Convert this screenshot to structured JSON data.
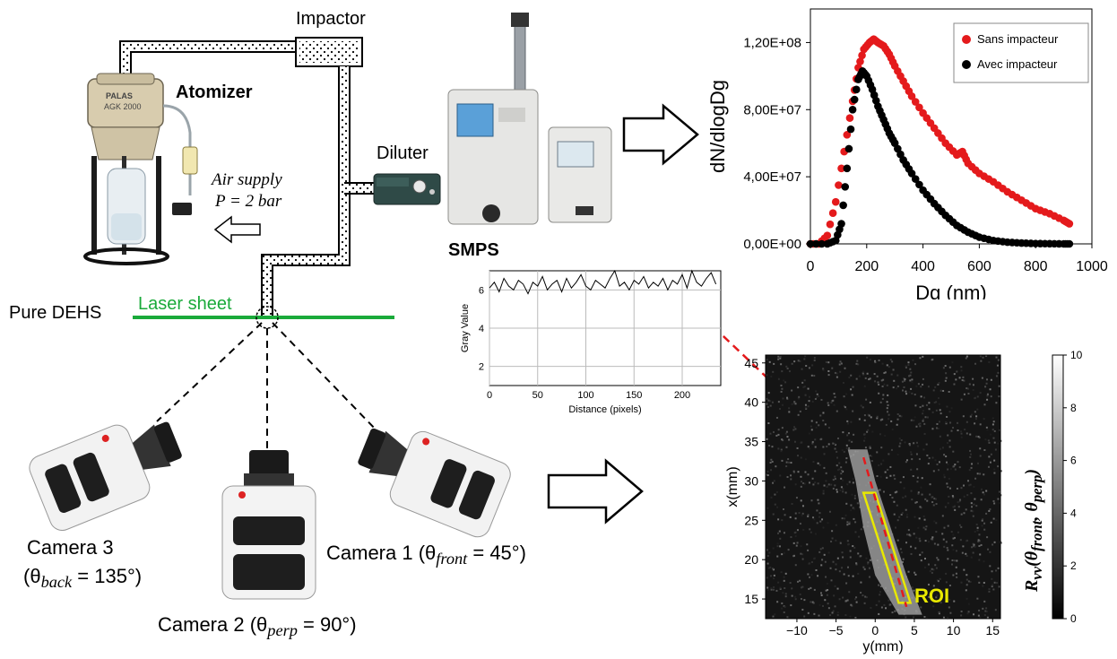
{
  "labels": {
    "impactor": "Impactor",
    "atomizer": "Atomizer",
    "device_brand": "PALAS",
    "device_model": "AGK 2000",
    "air_supply_line1": "Air supply",
    "air_supply_line2": "P = 2 bar",
    "diluter": "Diluter",
    "smps": "SMPS",
    "pure_dehs": "Pure DEHS",
    "laser_sheet": "Laser sheet",
    "camera3_name": "Camera 3",
    "camera3_angle_open": "(θ",
    "camera3_angle_sub": "back",
    "camera3_angle_value": " = 135°)",
    "camera2_name": "Camera 2 (θ",
    "camera2_angle_sub": "perp",
    "camera2_angle_value": " = 90°)",
    "camera1_name": "Camera 1 (θ",
    "camera1_angle_sub": "front",
    "camera1_angle_value": " = 45°)",
    "roi": "ROI"
  },
  "colors": {
    "laser": "#1aaa3a",
    "sans_impacteur": "#e41a1c",
    "avec_impacteur": "#000000",
    "roi_box": "#e8e800",
    "arrow_dash": "#e41a1c"
  },
  "chart_data": [
    {
      "type": "scatter",
      "xlabel": "Dg (nm)",
      "ylabel": "dN/dlogDg",
      "xlim": [
        0,
        1000
      ],
      "ylim": [
        0,
        140000000
      ],
      "x_ticks": [
        "0",
        "200",
        "400",
        "600",
        "800",
        "1000"
      ],
      "y_ticks": [
        "0,00E+00",
        "4,00E+07",
        "8,00E+07",
        "1,20E+08"
      ],
      "legend_position": "top-right",
      "grid": false,
      "series": [
        {
          "name": "Sans impacteur",
          "color": "#e41a1c",
          "x": [
            0,
            30,
            60,
            90,
            120,
            150,
            170,
            190,
            210,
            225,
            240,
            260,
            280,
            300,
            330,
            360,
            400,
            440,
            480,
            520,
            540,
            560,
            600,
            650,
            700,
            750,
            800,
            850,
            900,
            920
          ],
          "y": [
            0,
            0,
            5000000,
            25000000,
            55000000,
            85000000,
            105000000,
            116000000,
            120000000,
            122000000,
            120000000,
            118000000,
            113000000,
            106000000,
            97000000,
            88000000,
            78000000,
            69000000,
            60000000,
            53000000,
            55000000,
            48000000,
            42000000,
            37000000,
            31000000,
            26000000,
            21000000,
            18000000,
            14000000,
            12000000
          ]
        },
        {
          "name": "Avec impacteur",
          "color": "#000000",
          "x": [
            0,
            60,
            90,
            110,
            130,
            150,
            170,
            185,
            200,
            220,
            240,
            260,
            280,
            300,
            330,
            360,
            400,
            440,
            480,
            520,
            560,
            600,
            650,
            700,
            750,
            800,
            850,
            900,
            920
          ],
          "y": [
            0,
            0,
            2000000,
            12000000,
            45000000,
            80000000,
            98000000,
            103000000,
            100000000,
            92000000,
            82000000,
            74000000,
            66000000,
            60000000,
            50000000,
            42000000,
            32000000,
            24000000,
            17000000,
            11000000,
            7000000,
            4000000,
            2000000,
            1000000,
            500000,
            200000,
            100000,
            0,
            0
          ]
        }
      ]
    },
    {
      "type": "line",
      "xlabel": "Distance (pixels)",
      "ylabel": "Gray Value",
      "xlim": [
        0,
        240
      ],
      "ylim": [
        1,
        7
      ],
      "x_ticks": [
        "0",
        "50",
        "100",
        "150",
        "200"
      ],
      "y_ticks": [
        "2",
        "4",
        "6"
      ],
      "grid": true,
      "series": [
        {
          "x": [
            0,
            5,
            10,
            15,
            20,
            25,
            30,
            35,
            40,
            45,
            50,
            55,
            60,
            65,
            70,
            75,
            80,
            85,
            90,
            95,
            100,
            105,
            110,
            115,
            120,
            125,
            130,
            135,
            140,
            145,
            150,
            155,
            160,
            165,
            170,
            175,
            180,
            185,
            190,
            195,
            200,
            205,
            210,
            215,
            220,
            225,
            230,
            235
          ],
          "y": [
            6.1,
            6.4,
            5.9,
            6.6,
            6.2,
            6.0,
            6.5,
            6.3,
            5.8,
            6.4,
            6.2,
            6.7,
            6.0,
            6.3,
            6.5,
            5.9,
            6.6,
            6.1,
            6.4,
            6.8,
            6.2,
            6.0,
            6.5,
            6.3,
            6.1,
            6.6,
            7.0,
            6.2,
            6.4,
            6.0,
            6.5,
            6.3,
            6.7,
            6.1,
            6.4,
            6.2,
            6.6,
            6.0,
            6.5,
            6.3,
            6.8,
            6.1,
            7.0,
            6.4,
            6.2,
            6.6,
            6.9,
            6.3
          ]
        }
      ]
    },
    {
      "type": "heatmap",
      "xlabel": "y(mm)",
      "ylabel": "x(mm)",
      "xlim": [
        -14,
        16
      ],
      "ylim": [
        12.5,
        46
      ],
      "x_ticks": [
        "−10",
        "−5",
        "0",
        "5",
        "10",
        "15"
      ],
      "y_ticks": [
        "15",
        "20",
        "25",
        "30",
        "35",
        "40",
        "45"
      ],
      "colorbar_ticks": [
        "0",
        "2",
        "4",
        "6",
        "8",
        "10"
      ],
      "colorbar_label": "R",
      "colorbar_label_sub": "vv",
      "colorbar_label_rest": "(θ",
      "colorbar_label_sub2": "front",
      "colorbar_label_mid": ", θ",
      "colorbar_label_sub3": "perp",
      "colorbar_label_end": ")",
      "colorbar_range": [
        0,
        10
      ]
    }
  ]
}
